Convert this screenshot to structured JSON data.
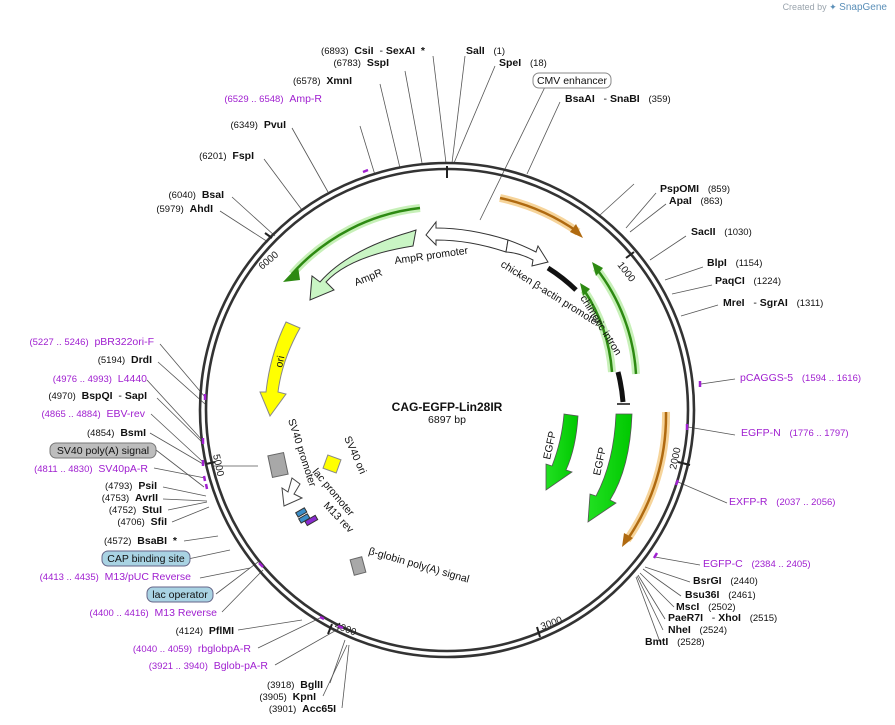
{
  "credit": {
    "prefix": "Created by",
    "brand": "SnapGene"
  },
  "plasmid": {
    "name": "CAG-EGFP-Lin28IR",
    "size": "6897 bp"
  },
  "ticks": [
    "1000",
    "2000",
    "3000",
    "4000",
    "5000",
    "6000"
  ],
  "sites": [
    {
      "pos": "(6893)",
      "name": "CsiI",
      "sep": "-",
      "name2": "SexAI",
      "extra": "*"
    },
    {
      "pos": "(6783)",
      "name": "SspI"
    },
    {
      "pos": "(6578)",
      "name": "XmnI"
    },
    {
      "pos": "(6529 .. 6548)",
      "name": "Amp-R",
      "primer": true
    },
    {
      "pos": "(6349)",
      "name": "PvuI"
    },
    {
      "pos": "(6201)",
      "name": "FspI"
    },
    {
      "pos": "(6040)",
      "name": "BsaI"
    },
    {
      "pos": "(5979)",
      "name": "AhdI"
    },
    {
      "name": "SalI",
      "pos": "(1)"
    },
    {
      "name": "SpeI",
      "pos": "(18)"
    },
    {
      "name": "BsaAI",
      "sep": "-",
      "name2": "SnaBI",
      "pos": "(359)"
    },
    {
      "name": "PspOMI",
      "pos": "(859)"
    },
    {
      "name": "ApaI",
      "pos": "(863)"
    },
    {
      "name": "SacII",
      "pos": "(1030)"
    },
    {
      "name": "BlpI",
      "pos": "(1154)"
    },
    {
      "name": "PaqCI",
      "pos": "(1224)"
    },
    {
      "name": "MreI",
      "sep": "-",
      "name2": "SgrAI",
      "pos": "(1311)"
    },
    {
      "name": "pCAGGS-5",
      "pos": "(1594 .. 1616)",
      "primer": true
    },
    {
      "name": "EGFP-N",
      "pos": "(1776 .. 1797)",
      "primer": true
    },
    {
      "name": "EXFP-R",
      "pos": "(2037 .. 2056)",
      "primer": true
    },
    {
      "name": "EGFP-C",
      "pos": "(2384 .. 2405)",
      "primer": true
    },
    {
      "name": "BsrGI",
      "pos": "(2440)"
    },
    {
      "name": "Bsu36I",
      "pos": "(2461)"
    },
    {
      "name": "MscI",
      "pos": "(2502)"
    },
    {
      "name": "PaeR7I",
      "sep": "-",
      "name2": "XhoI",
      "pos": "(2515)"
    },
    {
      "name": "NheI",
      "pos": "(2524)"
    },
    {
      "name": "BmtI",
      "pos": "(2528)"
    },
    {
      "pos": "(5227 .. 5246)",
      "name": "pBR322ori-F",
      "primer": true
    },
    {
      "pos": "(5194)",
      "name": "DrdI"
    },
    {
      "pos": "(4976 .. 4993)",
      "name": "L4440",
      "primer": true
    },
    {
      "pos": "(4970)",
      "name": "BspQI",
      "sep": "-",
      "name2": "SapI"
    },
    {
      "pos": "(4865 .. 4884)",
      "name": "EBV-rev",
      "primer": true
    },
    {
      "pos": "(4854)",
      "name": "BsmI"
    },
    {
      "pos": "(4811 .. 4830)",
      "name": "SV40pA-R",
      "primer": true
    },
    {
      "pos": "(4793)",
      "name": "PsiI"
    },
    {
      "pos": "(4753)",
      "name": "AvrII"
    },
    {
      "pos": "(4752)",
      "name": "StuI"
    },
    {
      "pos": "(4706)",
      "name": "SfiI"
    },
    {
      "pos": "(4572)",
      "name": "BsaBI",
      "extra": "*"
    },
    {
      "pos": "(4413 .. 4435)",
      "name": "M13/pUC Reverse",
      "primer": true
    },
    {
      "pos": "(4400 .. 4416)",
      "name": "M13 Reverse",
      "primer": true
    },
    {
      "pos": "(4124)",
      "name": "PflMI"
    },
    {
      "pos": "(4040 .. 4059)",
      "name": "rbglobpA-R",
      "primer": true
    },
    {
      "pos": "(3921 .. 3940)",
      "name": "Bglob-pA-R",
      "primer": true
    },
    {
      "pos": "(3918)",
      "name": "BglII"
    },
    {
      "pos": "(3905)",
      "name": "KpnI"
    },
    {
      "pos": "(3901)",
      "name": "Acc65I"
    }
  ],
  "boxed_labels": [
    "CMV enhancer",
    "SV40 poly(A) signal",
    "CAP binding site",
    "lac operator"
  ],
  "features": [
    "AmpR",
    "AmpR promoter",
    "chicken β-actin promoter",
    "chimeric intron",
    "ori",
    "EGFP",
    "EGFP",
    "SV40 ori",
    "SV40 promoter",
    "lac promoter",
    "M13 rev",
    "β-globin poly(A) signal"
  ]
}
